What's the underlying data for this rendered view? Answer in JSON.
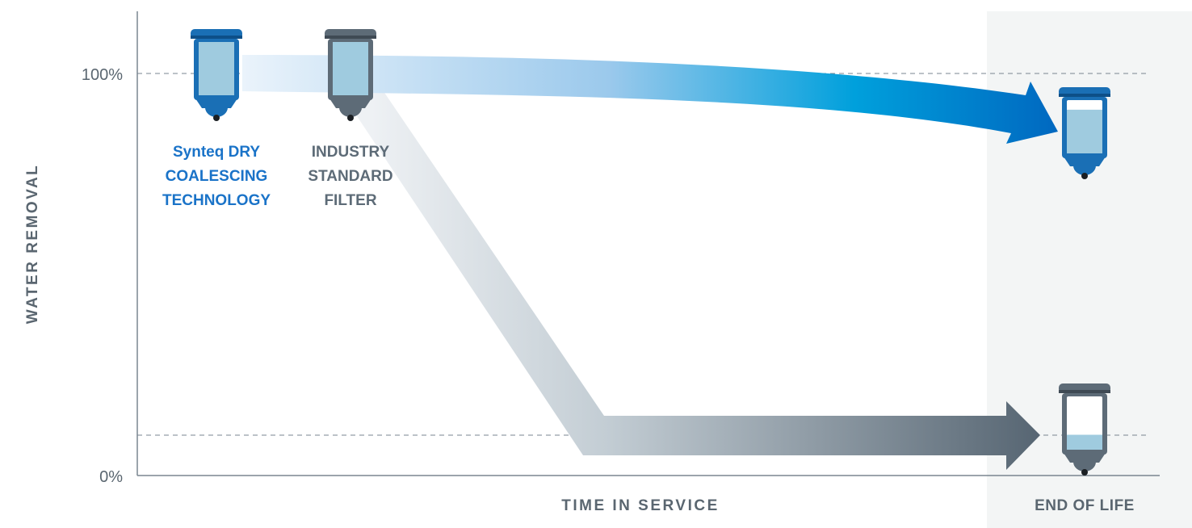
{
  "chart_data": {
    "type": "line",
    "xlabel": "TIME IN SERVICE",
    "ylabel": "WATER REMOVAL",
    "y_ticks": [
      "100%",
      "0%"
    ],
    "end_label": "END OF LIFE",
    "series": [
      {
        "name": "Synteq DRY COALESCING TECHNOLOGY",
        "name_lines": [
          "Synteq DRY",
          "COALESCING",
          "TECHNOLOGY"
        ],
        "color": "#0070c8",
        "points": [
          [
            "start",
            100
          ],
          [
            "end of life",
            88
          ]
        ]
      },
      {
        "name": "INDUSTRY STANDARD FILTER",
        "name_lines": [
          "INDUSTRY",
          "STANDARD",
          "FILTER"
        ],
        "color": "#5d6b77",
        "points": [
          [
            "start",
            100
          ],
          [
            "mid service",
            10
          ],
          [
            "end of life",
            10
          ]
        ]
      }
    ],
    "reference_lines": [
      100,
      10
    ],
    "grid": false
  },
  "colors": {
    "blue_series": "#0070c8",
    "gray_series": "#5d6b77",
    "end_zone": "#f3f5f5",
    "axis": "#7a8590"
  },
  "icons": [
    "filter-bowl-icon"
  ]
}
